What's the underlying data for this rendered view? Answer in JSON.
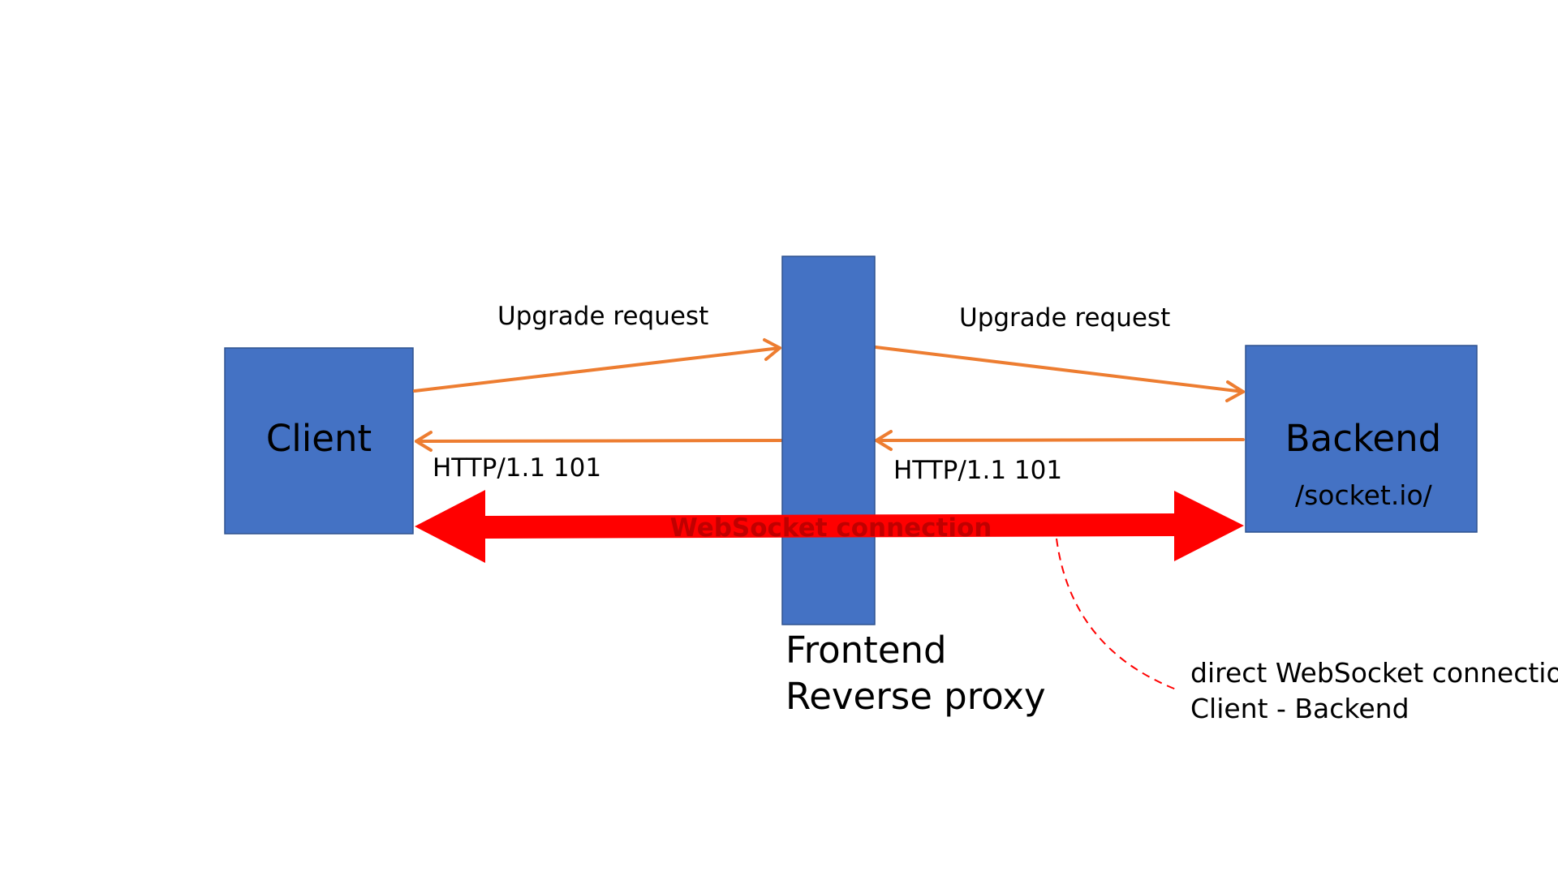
{
  "nodes": {
    "client": {
      "label": "Client"
    },
    "proxy": {
      "label_line1": "Frontend",
      "label_line2": "Reverse proxy"
    },
    "backend": {
      "label": "Backend",
      "path": "/socket.io/"
    }
  },
  "edges": {
    "client_to_proxy": {
      "label": "Upgrade request"
    },
    "proxy_to_backend": {
      "label": "Upgrade request"
    },
    "proxy_to_client": {
      "label": "HTTP/1.1 101"
    },
    "backend_to_proxy": {
      "label": "HTTP/1.1 101"
    },
    "websocket": {
      "label": "WebSocket connection"
    }
  },
  "annotation": {
    "line1": "direct WebSocket connection",
    "line2": "Client - Backend"
  },
  "colors": {
    "box_fill": "#4472c4",
    "request_arrow": "#ed7d31",
    "websocket_arrow": "#ff0000"
  }
}
